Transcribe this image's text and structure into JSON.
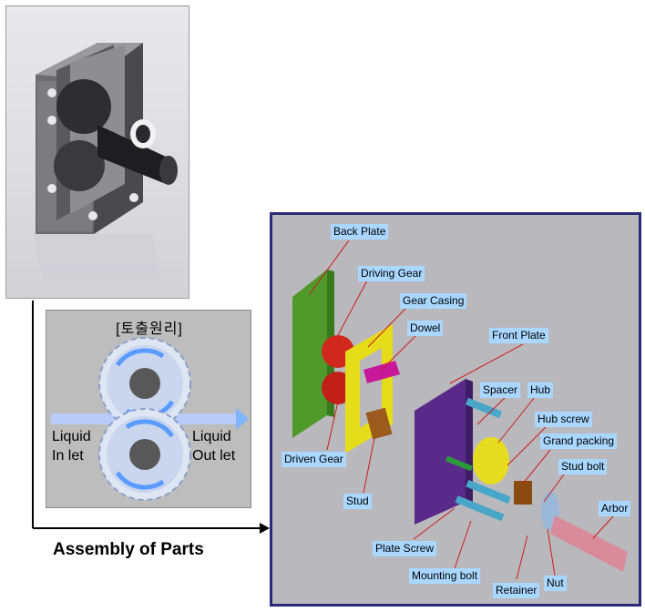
{
  "principle": {
    "title": "[토출원리]",
    "inlet_label": [
      "Liquid",
      "In let"
    ],
    "outlet_label": [
      "Liquid",
      "Out let"
    ]
  },
  "caption": "Assembly of Parts",
  "parts": {
    "back_plate": "Back Plate",
    "driving_gear": "Driving Gear",
    "gear_casing": "Gear Casing",
    "dowel": "Dowel",
    "front_plate": "Front Plate",
    "spacer": "Spacer",
    "hub": "Hub",
    "hub_screw": "Hub screw",
    "grand_packing": "Grand packing",
    "stud_bolt": "Stud bolt",
    "driven_gear": "Driven Gear",
    "stud": "Stud",
    "arbor": "Arbor",
    "plate_screw": "Plate Screw",
    "mounting_bolt": "Mounting bolt",
    "retainer": "Retainer",
    "nut": "Nut"
  },
  "colors": {
    "frame_border": "#2a2a7a",
    "label_bg": "#a9d7ff",
    "leader_line": "#d01818",
    "flow_arrow": "#7fb4ff"
  }
}
